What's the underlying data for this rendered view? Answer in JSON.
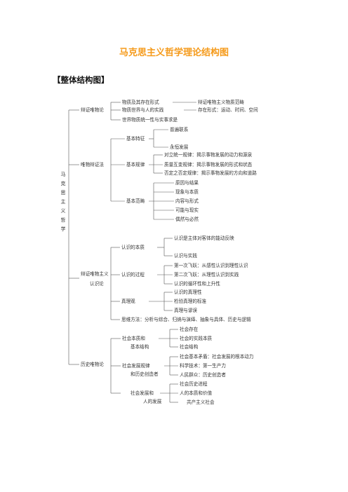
{
  "title": "马克思主义哲学理论结构图",
  "section": "【整体结构图】",
  "root": "马克思主义哲学",
  "branches": {
    "dialectical_materialism": {
      "label": "辩证唯物论",
      "item1": "物质及其存在形式",
      "item1_detail": "辩证唯物主义物质范畴",
      "item2": "物质世界与人的实践",
      "item2_detail": "存在形式：运动、时间、空间",
      "item3": "世界物质统一性与实事求是"
    },
    "materialist_dialectics": {
      "label": "唯物辩证法",
      "features": {
        "label": "基本特征",
        "items": [
          "普遍联系",
          "永恒发展"
        ]
      },
      "laws": {
        "label": "基本规律",
        "items": [
          "对立统一规律：揭示事物发展的动力和源泉",
          "质量互变规律：揭示事物发展的形式和状态",
          "否定之否定规律：揭示事物发展的方向和道路"
        ]
      },
      "categories": {
        "label": "基本范畴",
        "items": [
          "原因与结果",
          "现象与本质",
          "内容与形式",
          "可能与现实",
          "偶然与必然"
        ]
      }
    },
    "epistemology": {
      "label_line1": "辩证唯物主义",
      "label_line2": "认识论",
      "essence": {
        "label": "认识的本质",
        "items": [
          "认识是主体对客体的能动反映",
          "认识与实践"
        ]
      },
      "process": {
        "label": "认识的过程",
        "items": [
          "第一次飞跃：从感性认识到理性认识",
          "第二次飞跃：从理性认识到实践",
          "认识的循环性和上升性"
        ]
      },
      "truth": {
        "label": "真理观",
        "items": [
          "认识的真理性",
          "检验真理的标准",
          "真理与谬误"
        ]
      },
      "method": "思维方法：分析与综合、归纳与演绎、抽象与具体、历史与逻辑"
    },
    "historical_materialism": {
      "label": "历史唯物论",
      "essence": {
        "label_line1": "社会本质和",
        "label_line2": "基本结构",
        "items": [
          "社会存在",
          "社会的实践本质",
          "社会结构"
        ]
      },
      "law": {
        "label_line1": "社会发展规律",
        "label_line2": "和历史创造者",
        "items": [
          "社会基本矛盾：社会发展的根本动力",
          "科学技术：第一生产力",
          "人民群众：历史创造者"
        ]
      },
      "develop": {
        "label_line1": "社会发展和",
        "label_line2": "人的发展",
        "items": [
          "社会历史进程",
          "人的本质和价值",
          "共产主义社会"
        ]
      }
    }
  }
}
